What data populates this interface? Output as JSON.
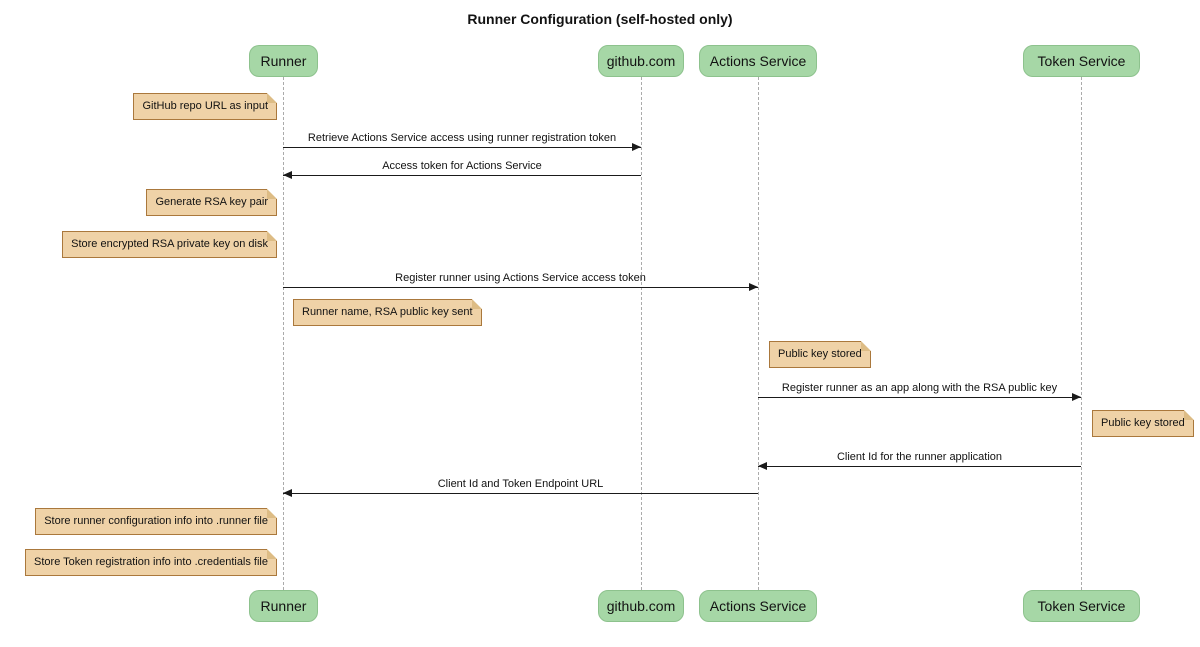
{
  "title": "Runner Configuration (self-hosted only)",
  "participants": [
    {
      "id": "runner",
      "label": "Runner"
    },
    {
      "id": "github",
      "label": "github.com"
    },
    {
      "id": "actions-service",
      "label": "Actions Service"
    },
    {
      "id": "token-service",
      "label": "Token Service"
    }
  ],
  "messages": [
    {
      "from": "Runner",
      "to": "github.com",
      "direction": "right",
      "text": "Retrieve Actions Service access using runner registration token"
    },
    {
      "from": "github.com",
      "to": "Runner",
      "direction": "left",
      "text": "Access token for Actions Service"
    },
    {
      "from": "Runner",
      "to": "Actions Service",
      "direction": "right",
      "text": "Register runner using Actions Service access token"
    },
    {
      "from": "Actions Service",
      "to": "Token Service",
      "direction": "right",
      "text": "Register runner as an app along with the RSA public key"
    },
    {
      "from": "Token Service",
      "to": "Actions Service",
      "direction": "left",
      "text": "Client Id for the runner application"
    },
    {
      "from": "Actions Service",
      "to": "Runner",
      "direction": "left",
      "text": "Client Id and Token Endpoint URL"
    }
  ],
  "notes": [
    {
      "attached_to": "Runner",
      "side": "left",
      "text": "GitHub repo URL as input"
    },
    {
      "attached_to": "Runner",
      "side": "left",
      "text": "Generate RSA key pair"
    },
    {
      "attached_to": "Runner",
      "side": "left",
      "text": "Store encrypted RSA private key on disk"
    },
    {
      "attached_to": "Runner",
      "side": "right",
      "text": "Runner name, RSA public key sent"
    },
    {
      "attached_to": "Actions Service",
      "side": "right",
      "text": "Public key stored"
    },
    {
      "attached_to": "Token Service",
      "side": "right",
      "text": "Public key stored"
    },
    {
      "attached_to": "Runner",
      "side": "left",
      "text": "Store runner configuration info into .runner file"
    },
    {
      "attached_to": "Runner",
      "side": "left",
      "text": "Store Token registration info into .credentials file"
    }
  ],
  "colors": {
    "participant_fill": "#A6D7A6",
    "participant_border": "#8DC28D",
    "note_fill": "#EFD2A7",
    "note_border": "#AA783C",
    "note_fold": "#DDBC85",
    "lifeline": "#ABABAB",
    "arrow": "#1A1A1A",
    "background": "#FFFFFF",
    "text": "#121212"
  }
}
